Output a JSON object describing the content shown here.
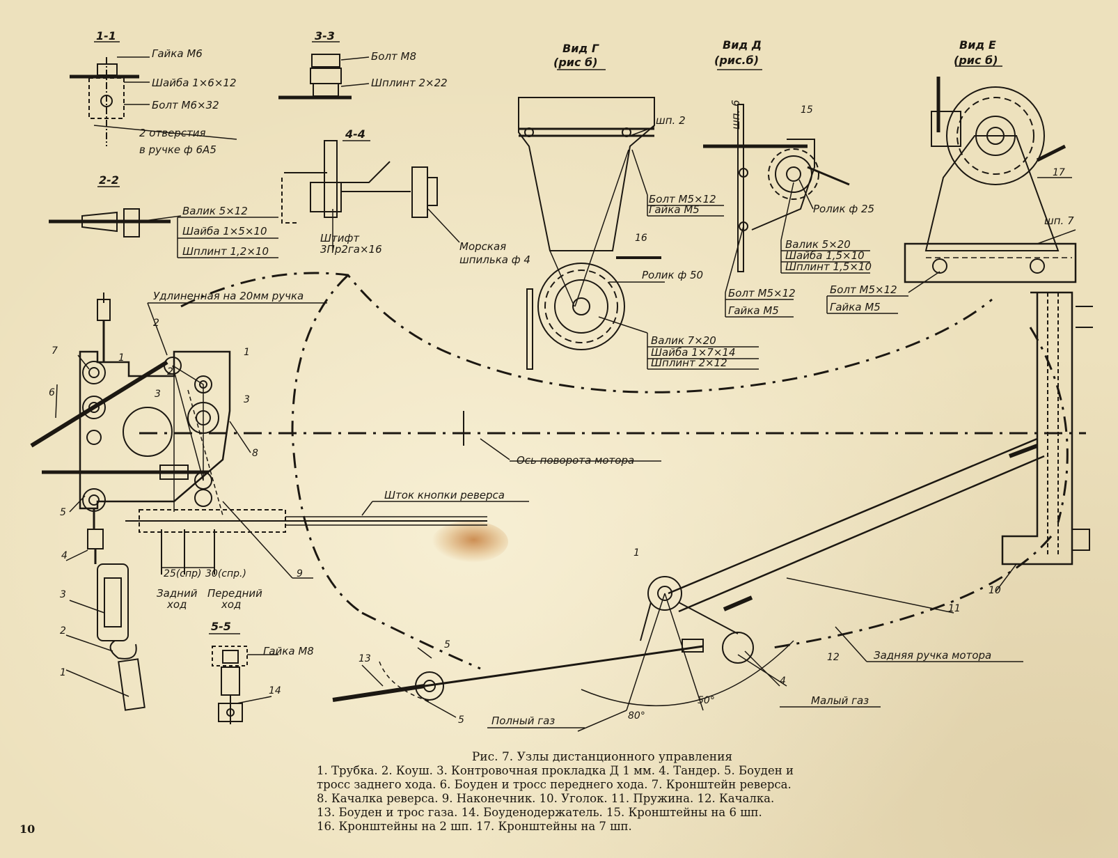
{
  "labels": {
    "s11": "1-1",
    "gayka_m6": "Гайка М6",
    "shayba_1x6x12": "Шайба 1×6×12",
    "bolt_m6x32": "Болт М6×32",
    "otverstia_1": "2 отверстия",
    "otverstia_2": "в ручке ф 6А5",
    "s22": "2-2",
    "valik_5x12": "Валик 5×12",
    "shayba_1x5x10": "Шайба 1×5×10",
    "shplint_12x10": "Шплинт 1,2×10",
    "s33": "3-3",
    "bolt_m8": "Болт М8",
    "shplint_2x22": "Шплинт 2×22",
    "s44": "4-4",
    "shtift_1": "Штифт",
    "shtift_2": "3Пр2га×16",
    "morskaya_1": "Морская",
    "morskaya_2": "шпилька ф 4",
    "vid_g_1": "Вид Г",
    "vid_g_2": "(рис б)",
    "vid_d_1": "Вид Д",
    "vid_d_2": "(рис.б)",
    "vid_e_1": "Вид Е",
    "vid_e_2": "(рис б)",
    "shp2": "шп. 2",
    "bolt_m5x12_a": "Болт М5×12",
    "gayka_m5_a": "Гайка М5",
    "n16": "16",
    "rolik_50": "Ролик ф 50",
    "valik_7x20": "Валик 7×20",
    "shayba_1x7x14": "Шайба 1×7×14",
    "shplint_2x12": "Шплинт 2×12",
    "shp6": "шп. 6",
    "n15": "15",
    "rolik_25": "Ролик ф 25",
    "valik_5x20": "Валик 5×20",
    "shayba_15x10": "Шайба 1,5×10",
    "shplint_15x10": "Шплинт 1,5×10",
    "bolt_m5x12_b": "Болт М5×12",
    "gayka_m5_b": "Гайка М5",
    "n17": "17",
    "shp7": "шп. 7",
    "bolt_m5x12_c": "Болт М5×12",
    "gayka_m5_c": "Гайка М5",
    "udlinennaya": "Удлиненная на 20мм ручка",
    "os_povorota": "Ось поворота мотора",
    "shtok": "Шток кнопки реверса",
    "dim_25": "25(спр)",
    "dim_30": "30(спр.)",
    "zadniy_1": "Задний",
    "zadniy_2": "ход",
    "peredniy_1": "Передний",
    "peredniy_2": "ход",
    "s55": "5-5",
    "gayka_m8": "Гайка М8",
    "n14": "14",
    "polny_gaz": "Полный газ",
    "maly_gaz": "Малый газ",
    "zadnyaya_ruchka": "Задняя ручка мотора",
    "angle_80": "80°",
    "angle_50": "50°",
    "n1": "1",
    "n2": "2",
    "n3": "3",
    "n4": "4",
    "n5": "5",
    "n6": "6",
    "n7": "7",
    "n8": "8",
    "n9": "9",
    "n10": "10",
    "n11": "11",
    "n12": "12",
    "n13": "13"
  },
  "caption": {
    "title": "Рис. 7. Узлы дистанционного управления",
    "line1": "1. Трубка. 2. Коуш. 3. Контровочная прокладка Д 1 мм. 4. Тандер. 5. Боуден и",
    "line2": "тросс заднего хода. 6. Боуден и тросс переднего хода. 7. Кронштейн реверса.",
    "line3": "8. Качалка реверса. 9. Наконечник. 10. Уголок. 11. Пружина. 12. Качалка.",
    "line4": "13. Боуден и трос газа. 14. Боуденодержатель. 15. Кронштейны на 6 шп.",
    "line5": "16. Кронштейны на 2 шп. 17. Кронштейны на 7 шп."
  },
  "page_number": "10",
  "colors": {
    "paper": "#ede1bd",
    "ink": "#1c1812",
    "stain": "#c27a3a"
  }
}
